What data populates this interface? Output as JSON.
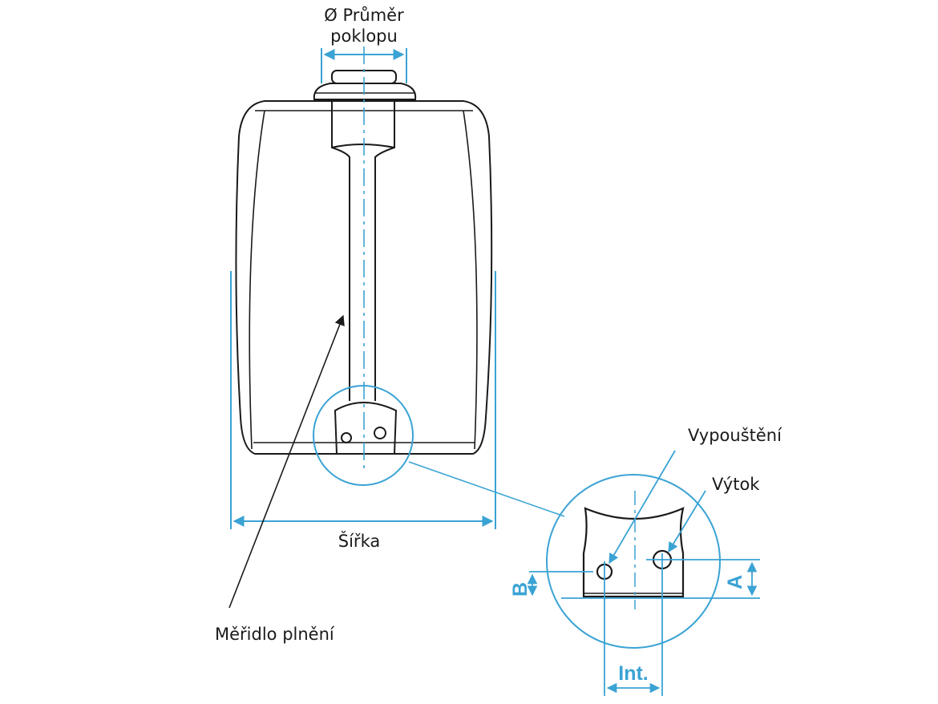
{
  "labels": {
    "lid_diameter_line1": "Ø Průměr",
    "lid_diameter_line2": "poklopu",
    "width": "Šířka",
    "level_gauge": "Měřidlo plnění",
    "drain": "Vypouštění",
    "outlet": "Výtok",
    "dim_a": "A",
    "dim_b": "B",
    "dim_int": "Int."
  },
  "colors": {
    "dimension": "#3aa3d4",
    "outline": "#1a1a1a",
    "text": "#1a1a1a"
  }
}
